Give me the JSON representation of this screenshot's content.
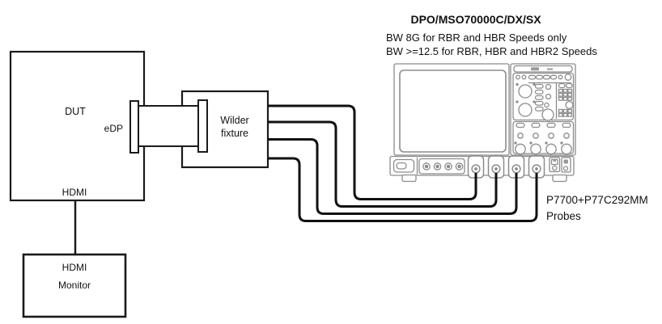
{
  "scope": {
    "title": "DPO/MSO70000C/DX/SX",
    "subtitle1": "BW 8G for RBR and HBR Speeds only",
    "subtitle2": "BW >=12.5 for RBR, HBR and HBR2 Speeds"
  },
  "dut": {
    "label": "DUT",
    "edp_port": "eDP",
    "hdmi_port": "HDMI"
  },
  "fixture": {
    "line1": "Wilder",
    "line2": "fixture"
  },
  "monitor": {
    "line1": "HDMI",
    "line2": "Monitor"
  },
  "probes": {
    "line1": "P7700+P77C292MM",
    "line2": "Probes"
  },
  "colors": {
    "diagram_line": "#1a1a1a",
    "cable": "#111111",
    "scope_outline": "#8c8c8c",
    "background": "#ffffff"
  }
}
